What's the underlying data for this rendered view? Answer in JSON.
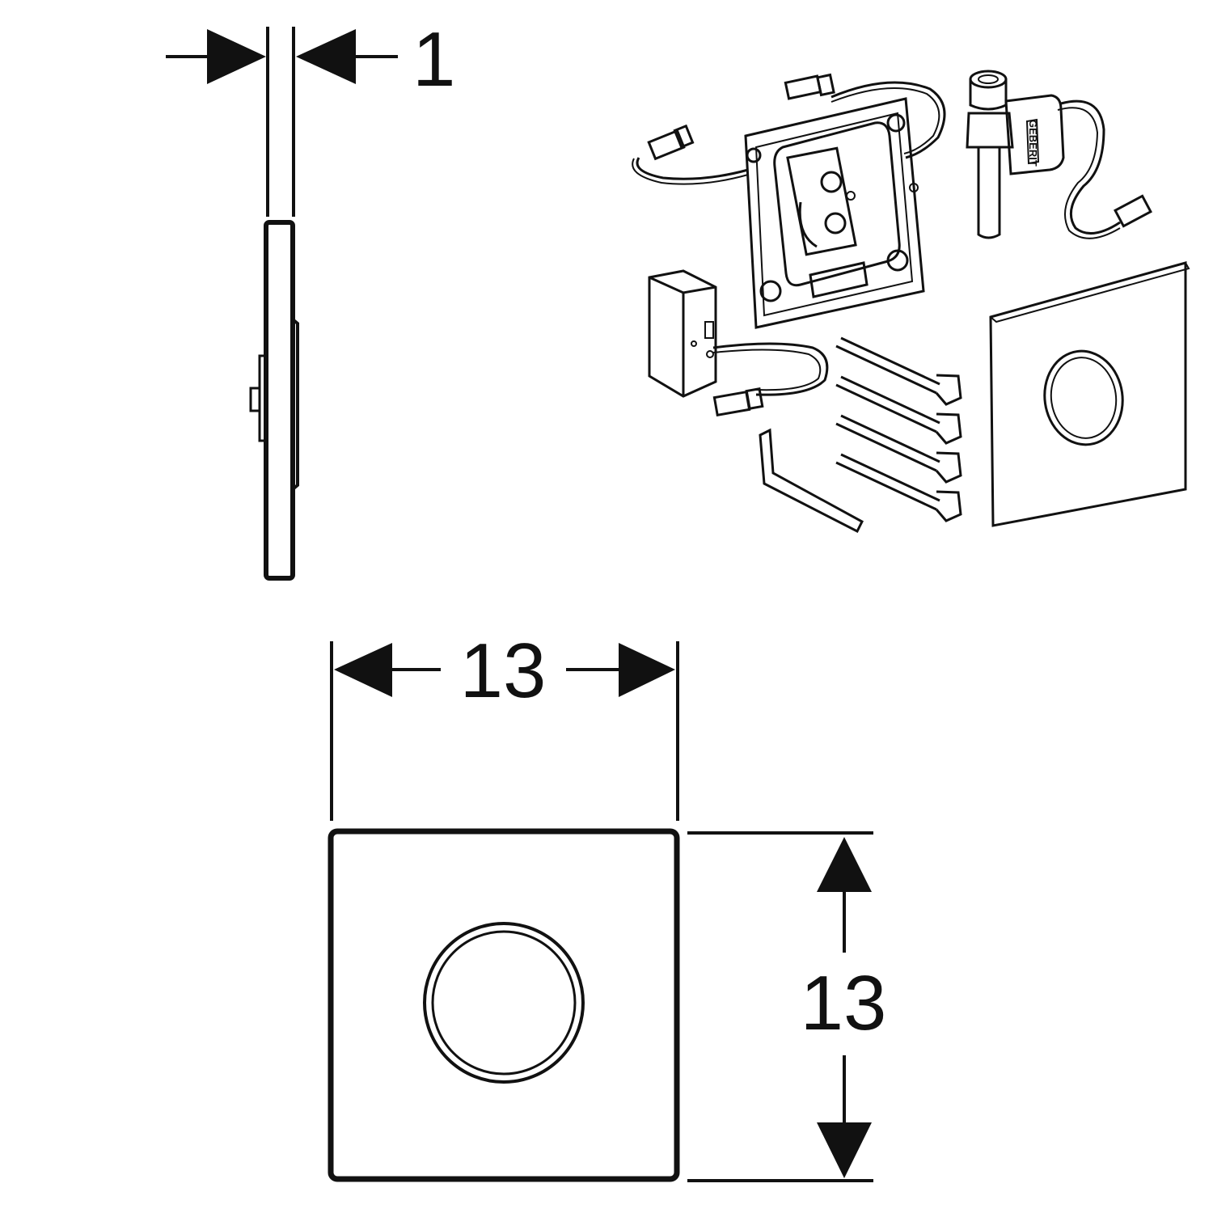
{
  "dimensions": {
    "thickness": "1",
    "width": "13",
    "height": "13"
  },
  "brand_mark": "GEBERIT",
  "colors": {
    "line": "#111111",
    "background": "#ffffff"
  },
  "parts": [
    "mounting-frame",
    "solenoid-valve",
    "power-supply-box",
    "fixing-screws",
    "allen-key",
    "flush-plate"
  ]
}
